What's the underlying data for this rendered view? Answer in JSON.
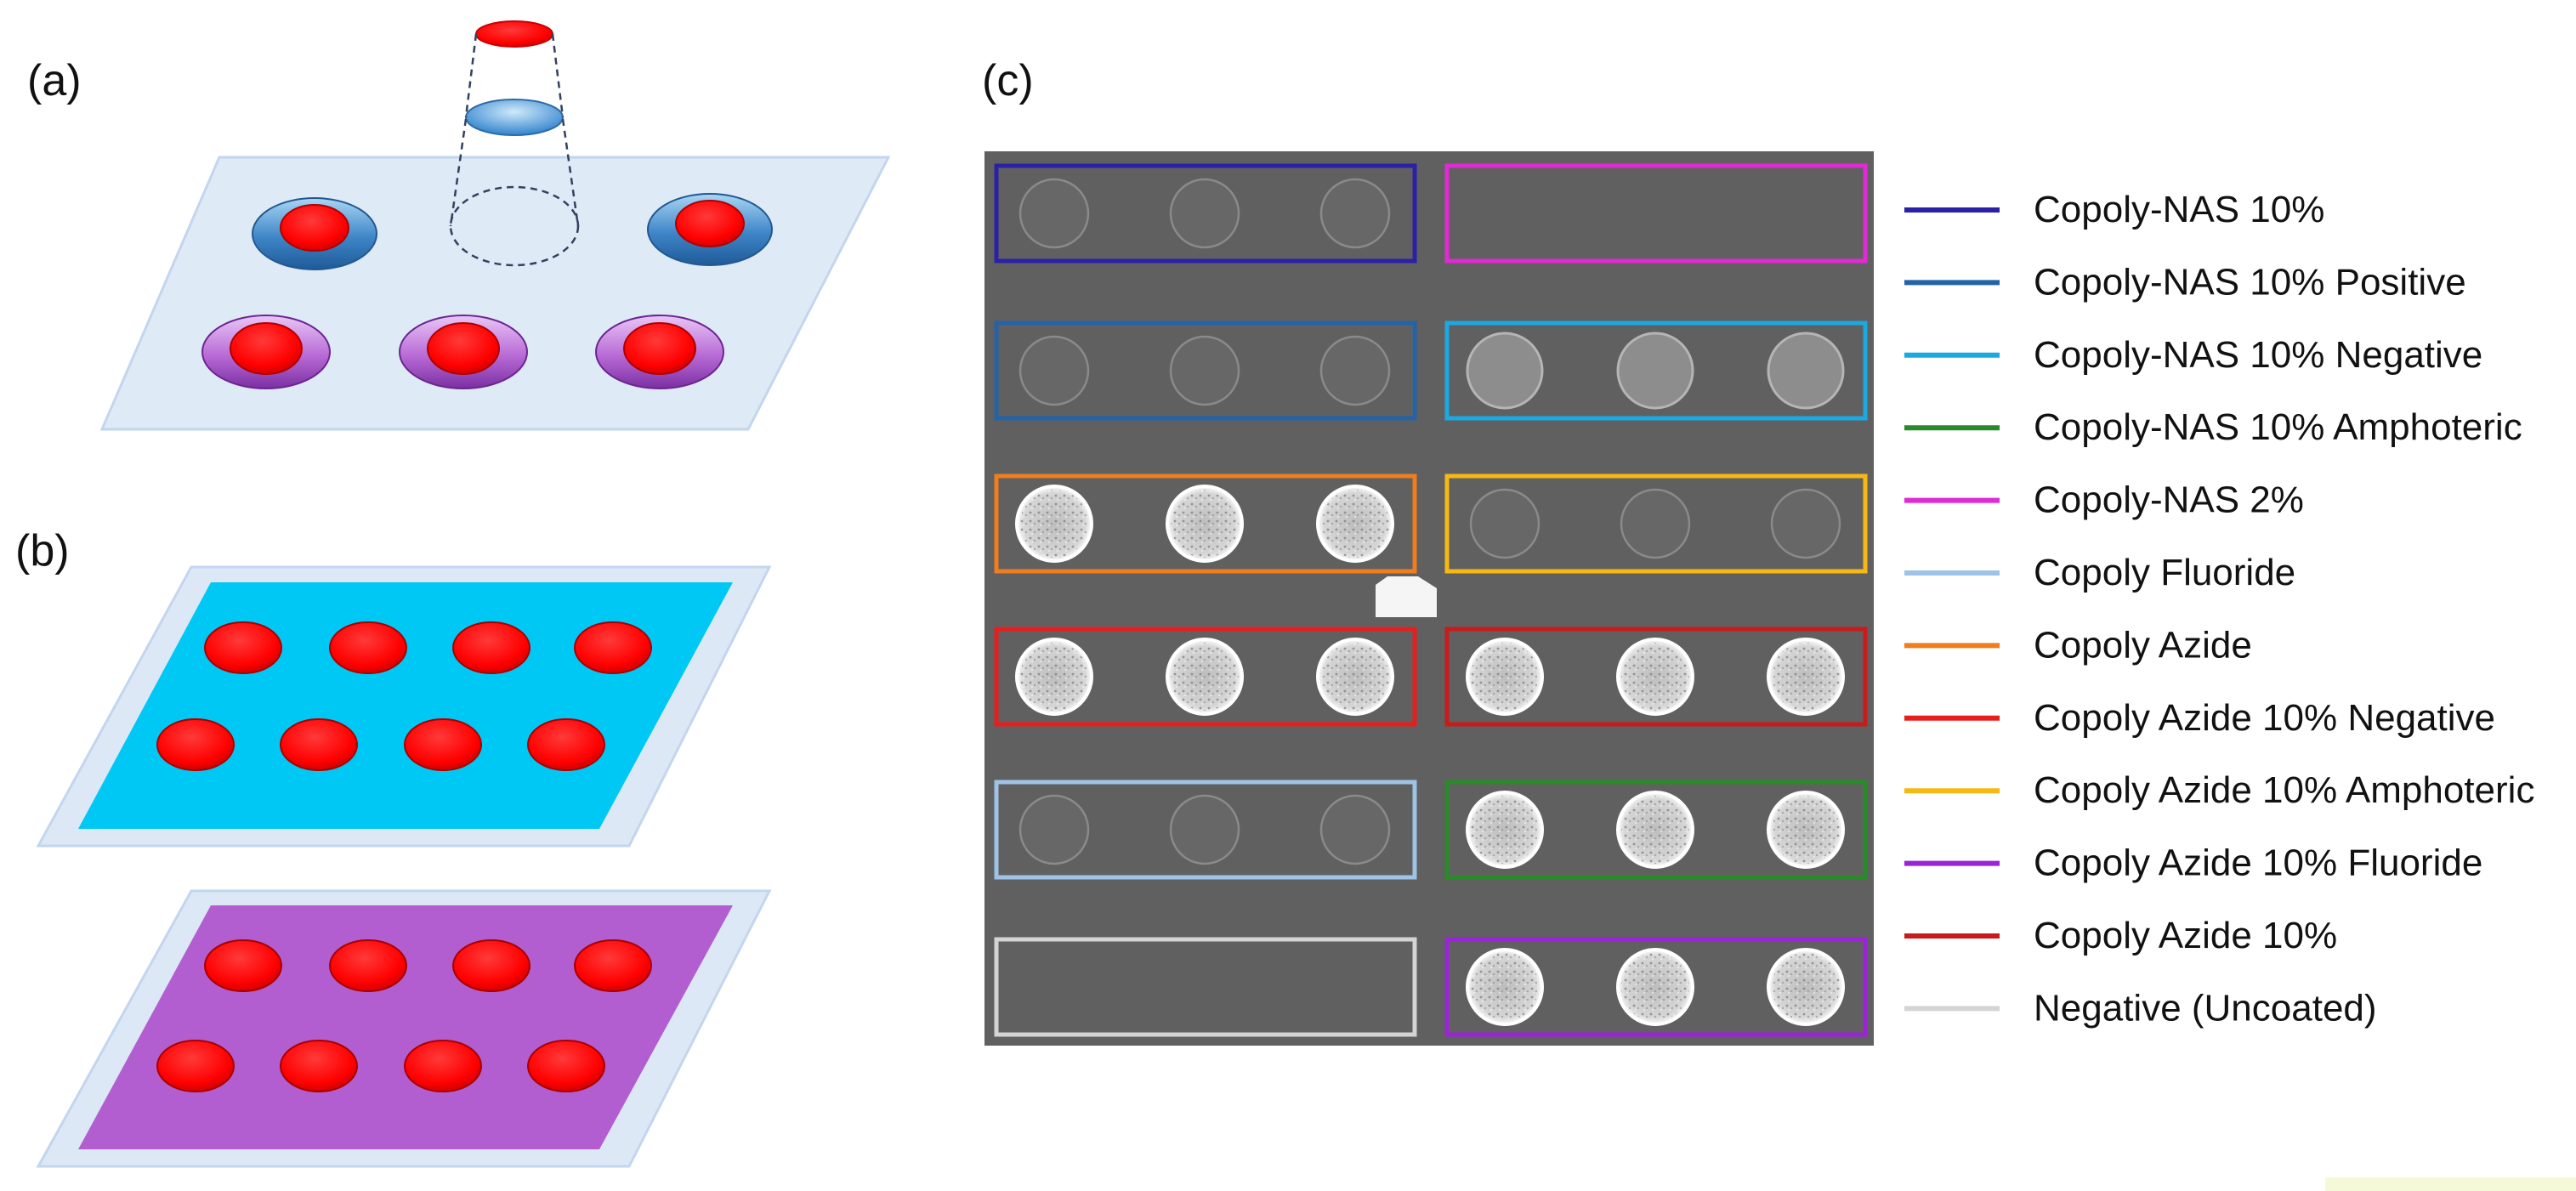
{
  "panels": {
    "a": {
      "label": "(a)"
    },
    "b": {
      "label": "(b)"
    },
    "c": {
      "label": "(c)"
    }
  },
  "legend": [
    {
      "label": "Copoly-NAS 10%",
      "color": "#2b21a6"
    },
    {
      "label": "Copoly-NAS 10% Positive",
      "color": "#2463a8"
    },
    {
      "label": "Copoly-NAS 10% Negative",
      "color": "#1aa9e0"
    },
    {
      "label": "Copoly-NAS 10% Amphoteric",
      "color": "#2a8a2a"
    },
    {
      "label": "Copoly-NAS 2%",
      "color": "#e02ad4"
    },
    {
      "label": "Copoly Fluoride",
      "color": "#9ec3e6"
    },
    {
      "label": "Copoly Azide",
      "color": "#f07d1e"
    },
    {
      "label": "Copoly Azide 10% Negative",
      "color": "#e81e1e"
    },
    {
      "label": "Copoly Azide 10% Amphoteric",
      "color": "#f5b814"
    },
    {
      "label": "Copoly Azide 10% Fluoride",
      "color": "#9a25d6"
    },
    {
      "label": "Copoly Azide 10%",
      "color": "#c81b1b"
    },
    {
      "label": "Negative (Uncoated)",
      "color": "#d4d4d4"
    }
  ],
  "plate_boxes": [
    {
      "legend_index": 0,
      "spots": "faint"
    },
    {
      "legend_index": 4,
      "spots": "none"
    },
    {
      "legend_index": 1,
      "spots": "faint"
    },
    {
      "legend_index": 2,
      "spots": "medium"
    },
    {
      "legend_index": 6,
      "spots": "bright"
    },
    {
      "legend_index": 8,
      "spots": "faint"
    },
    {
      "legend_index": 7,
      "spots": "bright"
    },
    {
      "legend_index": 10,
      "spots": "bright"
    },
    {
      "legend_index": 5,
      "spots": "faint"
    },
    {
      "legend_index": 3,
      "spots": "bright"
    },
    {
      "legend_index": 11,
      "spots": "none"
    },
    {
      "legend_index": 9,
      "spots": "bright"
    }
  ],
  "colors": {
    "spot_red": "#ff0000",
    "slide_frame": "#dce8f6",
    "slide_cyan": "#00c8f4",
    "slide_purple": "#b25ed0",
    "well_blue": "#3e86c8",
    "well_purple": "#b86bd6",
    "plate_background": "#5c5c5c"
  }
}
